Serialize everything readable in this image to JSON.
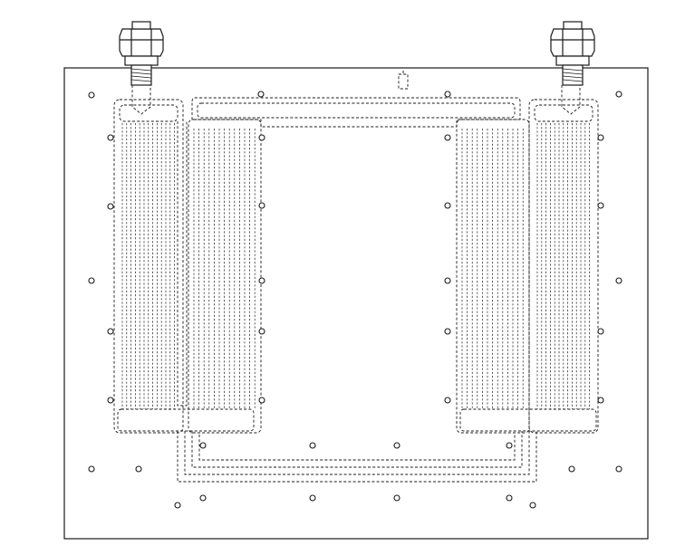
{
  "drawing": {
    "subject": "cooling-plate-with-serpentine-channels",
    "line_color": "#1a1a1a",
    "background": "#ffffff",
    "fittings": 2,
    "mounting_holes": 40
  }
}
